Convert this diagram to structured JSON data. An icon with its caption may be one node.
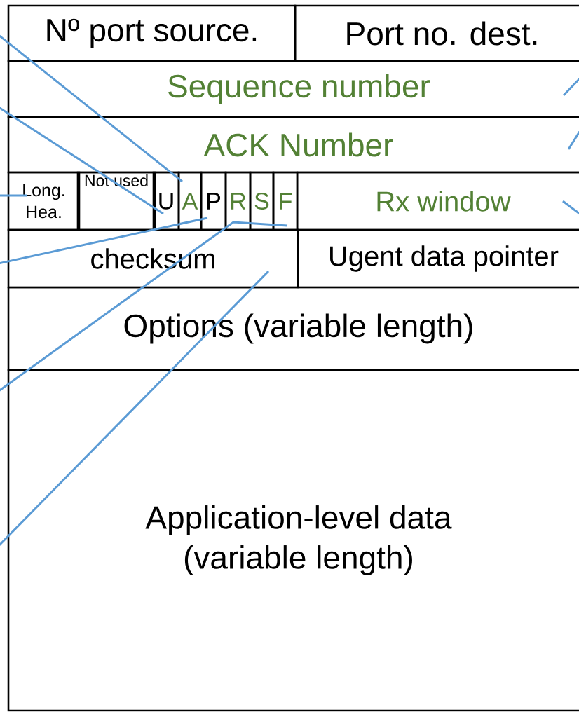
{
  "diagram": {
    "nodes": [
      {
        "text": [
          "Nº port source."
        ]
      },
      {
        "text": [
          "Port no. dest."
        ]
      },
      {
        "text": [
          "Sequence number"
        ]
      },
      {
        "text": [
          "ACK Number"
        ]
      },
      {
        "text": [
          "Long. Hea."
        ]
      },
      {
        "text": [
          "Not used"
        ]
      },
      {
        "text": [
          "U"
        ]
      },
      {
        "text": [
          "A"
        ]
      },
      {
        "text": [
          "P"
        ]
      },
      {
        "text": [
          "R"
        ]
      },
      {
        "text": [
          "S"
        ]
      },
      {
        "text": [
          "F"
        ]
      },
      {
        "text": [
          "Rx window"
        ]
      },
      {
        "text": [
          "checksum"
        ]
      },
      {
        "text": [
          "Ugent data pointer"
        ]
      },
      {
        "text": [
          "Options (variable length)"
        ]
      },
      {
        "text": [
          "Application-level data (variable length)"
        ]
      }
    ],
    "edges": [
      {
        "from": null,
        "to": 7,
        "arrow": "none"
      },
      {
        "from": null,
        "to": 6,
        "arrow": "none"
      },
      {
        "from": null,
        "to": 4,
        "arrow": "none"
      },
      {
        "from": null,
        "to": 8,
        "arrow": "none"
      },
      {
        "from": null,
        "to": 11,
        "arrow": "none"
      },
      {
        "from": null,
        "to": 13,
        "arrow": "none"
      },
      {
        "from": null,
        "to": 2,
        "arrow": "none"
      },
      {
        "from": null,
        "to": 3,
        "arrow": "none"
      },
      {
        "from": null,
        "to": 12,
        "arrow": "none"
      }
    ]
  }
}
